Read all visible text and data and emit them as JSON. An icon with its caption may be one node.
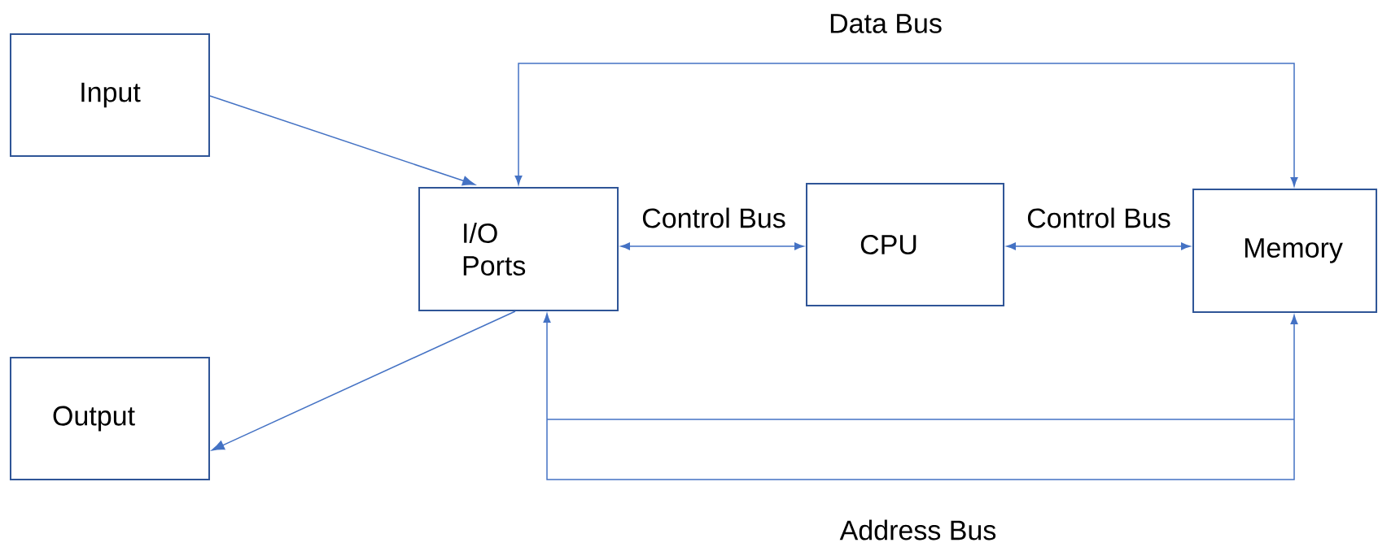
{
  "diagram": {
    "nodes": [
      {
        "text": [
          "Input"
        ]
      },
      {
        "text": [
          "I/O Ports"
        ]
      },
      {
        "text": [
          "CPU"
        ]
      },
      {
        "text": [
          "Memory"
        ]
      },
      {
        "text": [
          "Output"
        ]
      }
    ],
    "edges": [
      {
        "from": 0,
        "to": 1,
        "arrow": "to"
      },
      {
        "from": 1,
        "to": 4,
        "arrow": "to"
      },
      {
        "from": 1,
        "to": 2,
        "arrow": "both",
        "label": "Control Bus"
      },
      {
        "from": 2,
        "to": 3,
        "arrow": "both",
        "label": "Control Bus"
      },
      {
        "from": 1,
        "to": 3,
        "arrow": "both",
        "label": "Data Bus"
      },
      {
        "from": 1,
        "to": 3,
        "arrow": "both",
        "label": "Address Bus"
      }
    ]
  }
}
